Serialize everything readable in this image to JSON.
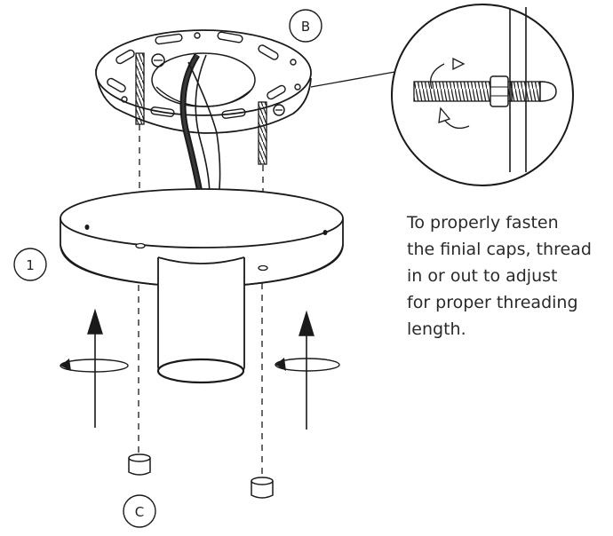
{
  "labels": {
    "b": "B",
    "one": "1",
    "c": "C"
  },
  "instructions": [
    "To properly fasten",
    "the finial caps, thread",
    "in or out to adjust",
    "for proper threading",
    "length."
  ],
  "colors": {
    "line": "#1a1a1a",
    "background": "#ffffff"
  }
}
